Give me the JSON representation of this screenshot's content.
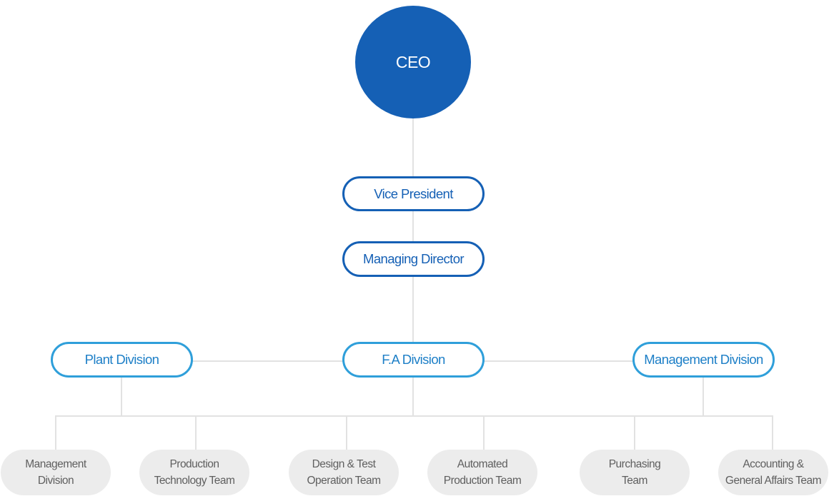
{
  "ceo": {
    "label": "CEO"
  },
  "vice_president": {
    "label": "Vice President"
  },
  "managing_director": {
    "label": "Managing Director"
  },
  "divisions": [
    {
      "label": "Plant Division"
    },
    {
      "label": "F.A Division"
    },
    {
      "label": "Management Division"
    }
  ],
  "teams": [
    {
      "line1": "Management",
      "line2": "Division"
    },
    {
      "line1": "Production",
      "line2": "Technology Team"
    },
    {
      "line1": "Design & Test",
      "line2": "Operation Team"
    },
    {
      "line1": "Automated",
      "line2": "Production Team"
    },
    {
      "line1": "Purchasing",
      "line2": "Team"
    },
    {
      "line1": "Accounting &",
      "line2": "General Affairs Team"
    }
  ],
  "colors": {
    "primary": "#1560b5",
    "secondary": "#2f9fda",
    "connector": "#e2e2e2",
    "team_fill": "#ececec",
    "team_text": "#5f5f5f"
  }
}
